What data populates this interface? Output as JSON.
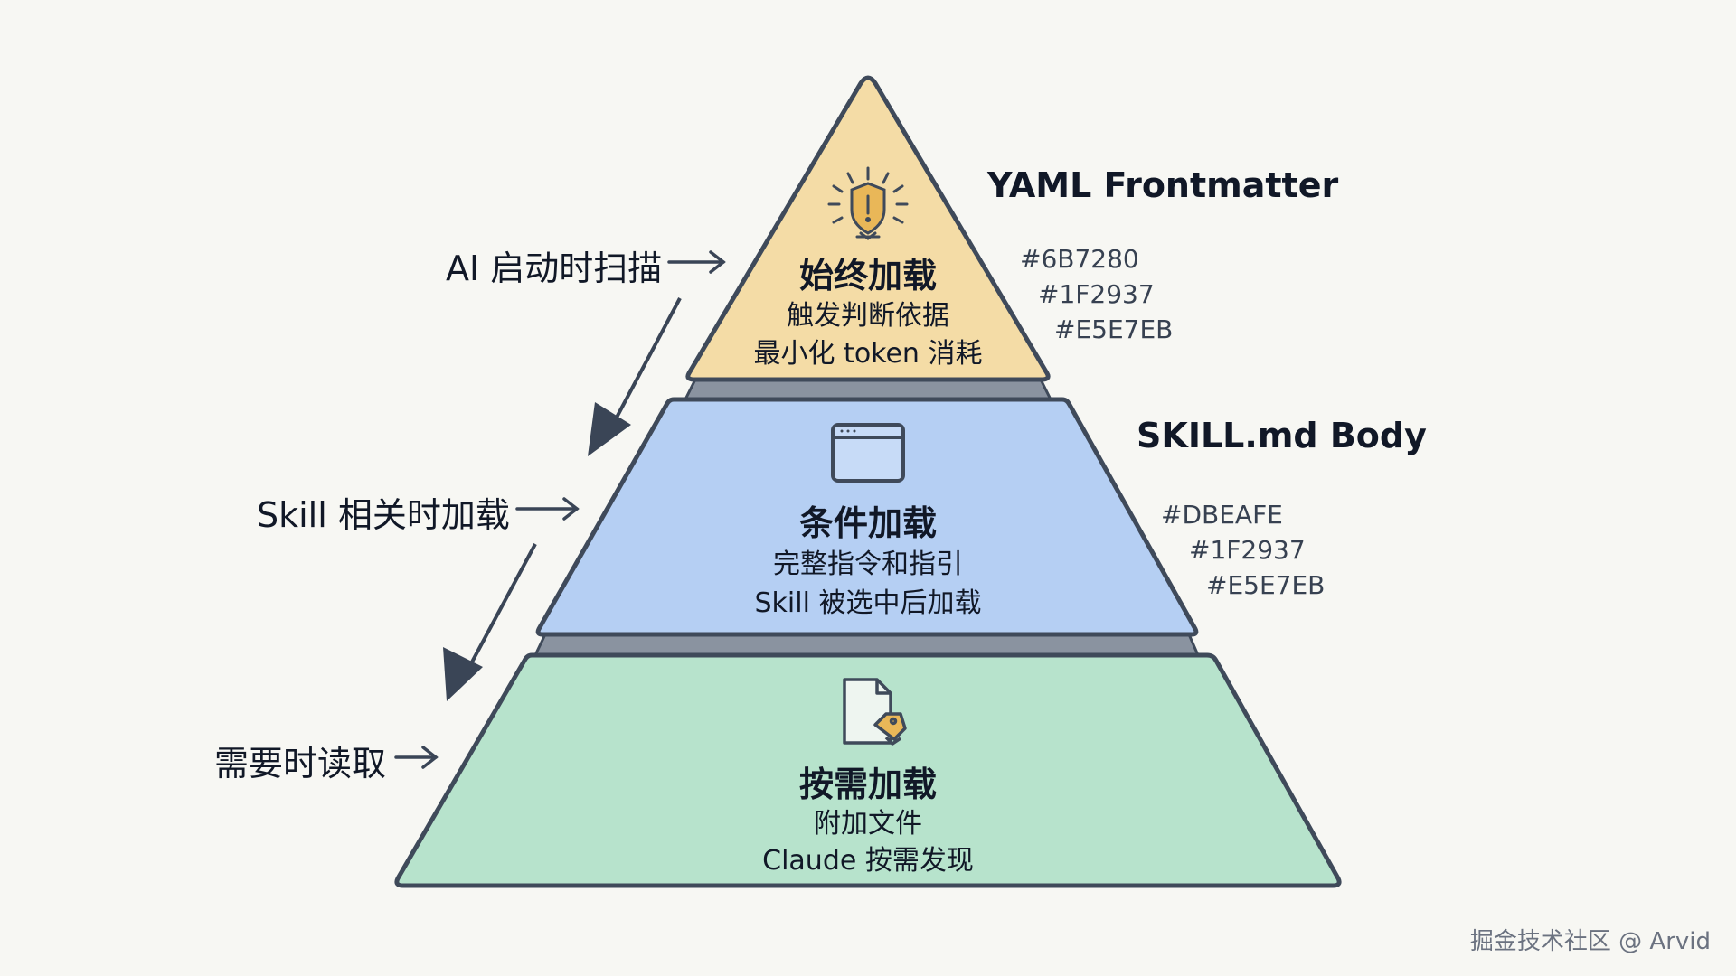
{
  "tiers": [
    {
      "title": "始终加载",
      "line1": "触发判断依据",
      "line2": "最小化 token 消耗",
      "side_label": "YAML Frontmatter",
      "codes": [
        "#6B7280",
        "#1F2937",
        "#E5E7EB"
      ],
      "fill": "#F4DCA6",
      "icon": "lightbulb-shield-icon"
    },
    {
      "title": "条件加载",
      "line1": "完整指令和指引",
      "line2": "Skill 被选中后加载",
      "side_label": "SKILL.md Body",
      "codes": [
        "#DBEAFE",
        "#1F2937",
        "#E5E7EB"
      ],
      "fill": "#B5CFF3",
      "icon": "browser-window-icon"
    },
    {
      "title": "按需加载",
      "line1": "附加文件",
      "line2": "Claude 按需发现",
      "fill": "#B7E3CC",
      "icon": "document-tag-icon"
    }
  ],
  "left_labels": [
    "AI 启动时扫描",
    "Skill 相关时加载",
    "需要时读取"
  ],
  "colors": {
    "outline": "#3F4A5A",
    "band": "#8A93A0",
    "arrow": "#3A4556",
    "background": "#F7F7F3"
  },
  "watermark": "掘金技术社区 @ Arvid"
}
